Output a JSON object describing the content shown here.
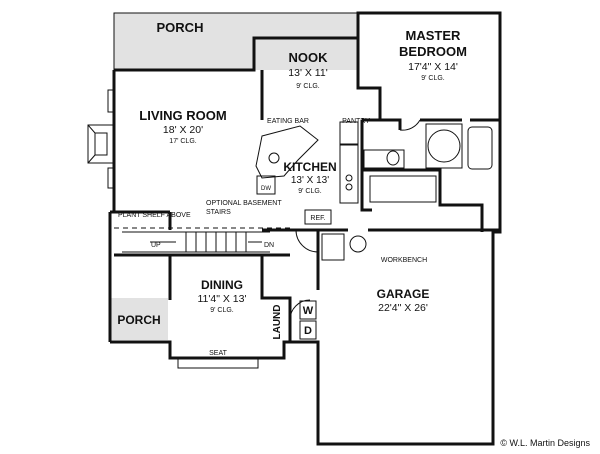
{
  "rooms": {
    "porch_top": {
      "name": "PORCH"
    },
    "nook": {
      "name": "NOOK",
      "dims": "13' X 11'",
      "clg": "9' CLG."
    },
    "master": {
      "name1": "MASTER",
      "name2": "BEDROOM",
      "dims": "17'4\" X 14'",
      "clg": "9' CLG."
    },
    "living": {
      "name": "LIVING ROOM",
      "dims": "18' X 20'",
      "clg": "17' CLG."
    },
    "kitchen": {
      "name": "KITCHEN",
      "dims": "13' X 13'",
      "clg": "9' CLG."
    },
    "dining": {
      "name": "DINING",
      "dims": "11'4\" X 13'",
      "clg": "9' CLG."
    },
    "garage": {
      "name": "GARAGE",
      "dims": "22'4\" X 26'"
    },
    "porch_bottom": {
      "name": "PORCH"
    },
    "laundry": {
      "name": "LAUND"
    }
  },
  "labels": {
    "eating_bar": "EATING BAR",
    "pantry": "PANTRY",
    "dw": "DW",
    "ref": "REF.",
    "optional_basement_1": "OPTIONAL BASEMENT",
    "optional_basement_2": "STAIRS",
    "plant_shelf": "PLANT SHELF ABOVE",
    "up": "UP",
    "dn": "DN",
    "workbench": "WORKBENCH",
    "seat": "SEAT",
    "washer": "W",
    "dryer": "D"
  },
  "credit": "© W.L. Martin Designs"
}
